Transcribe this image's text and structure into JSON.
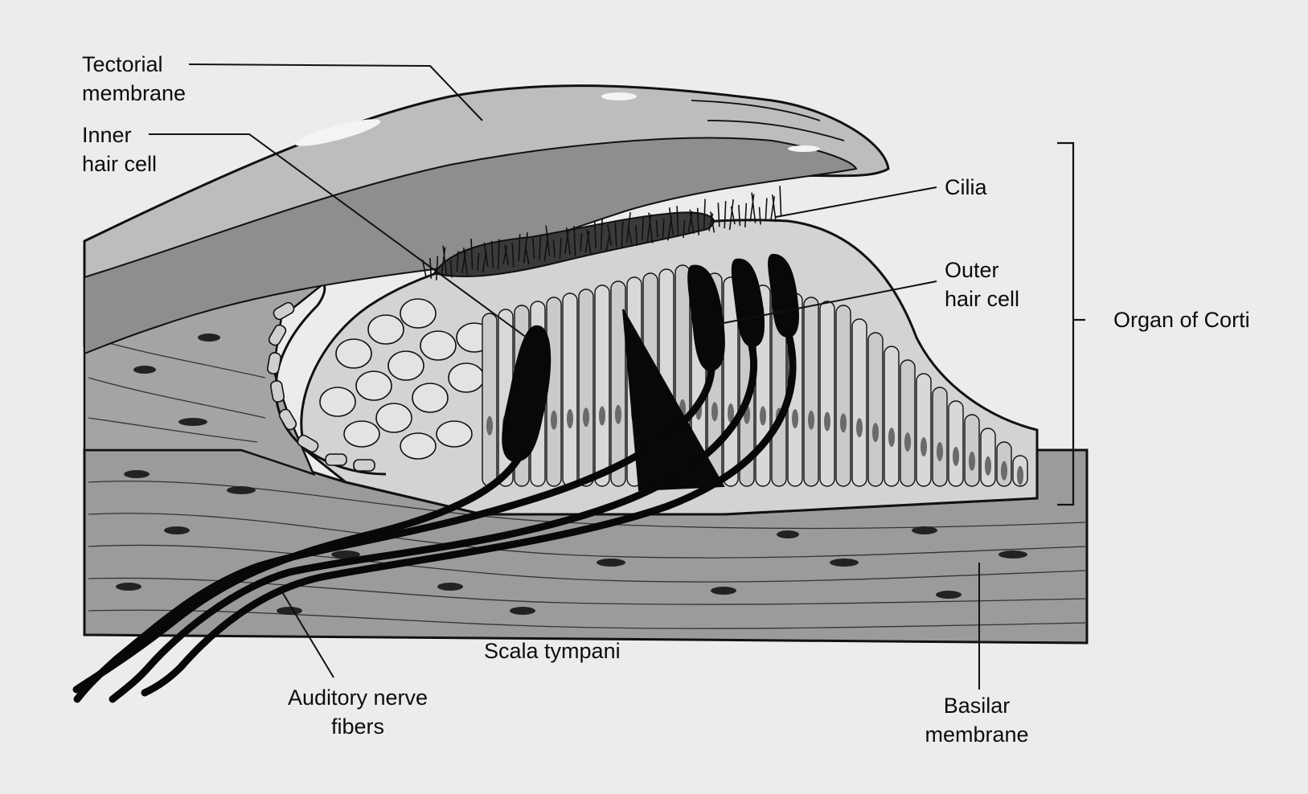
{
  "labels": {
    "tectorial_membrane": [
      "Tectorial",
      "membrane"
    ],
    "inner_hair_cell": [
      "Inner",
      "hair cell"
    ],
    "cilia": "Cilia",
    "outer_hair_cell": [
      "Outer",
      "hair cell"
    ],
    "organ_of_corti": "Organ of Corti",
    "scala_tympani": "Scala tympani",
    "auditory_nerve_fibers": [
      "Auditory nerve",
      "fibers"
    ],
    "basilar_membrane": [
      "Basilar",
      "membrane"
    ]
  },
  "colors": {
    "paper": "#ececec",
    "tissue": "#9a9a9a",
    "membrane_light": "#bdbdbd",
    "membrane_dark": "#8c8c8c",
    "cell": "#d6d6d6",
    "hair_cell": "#0a0a0a",
    "line": "#111111"
  }
}
